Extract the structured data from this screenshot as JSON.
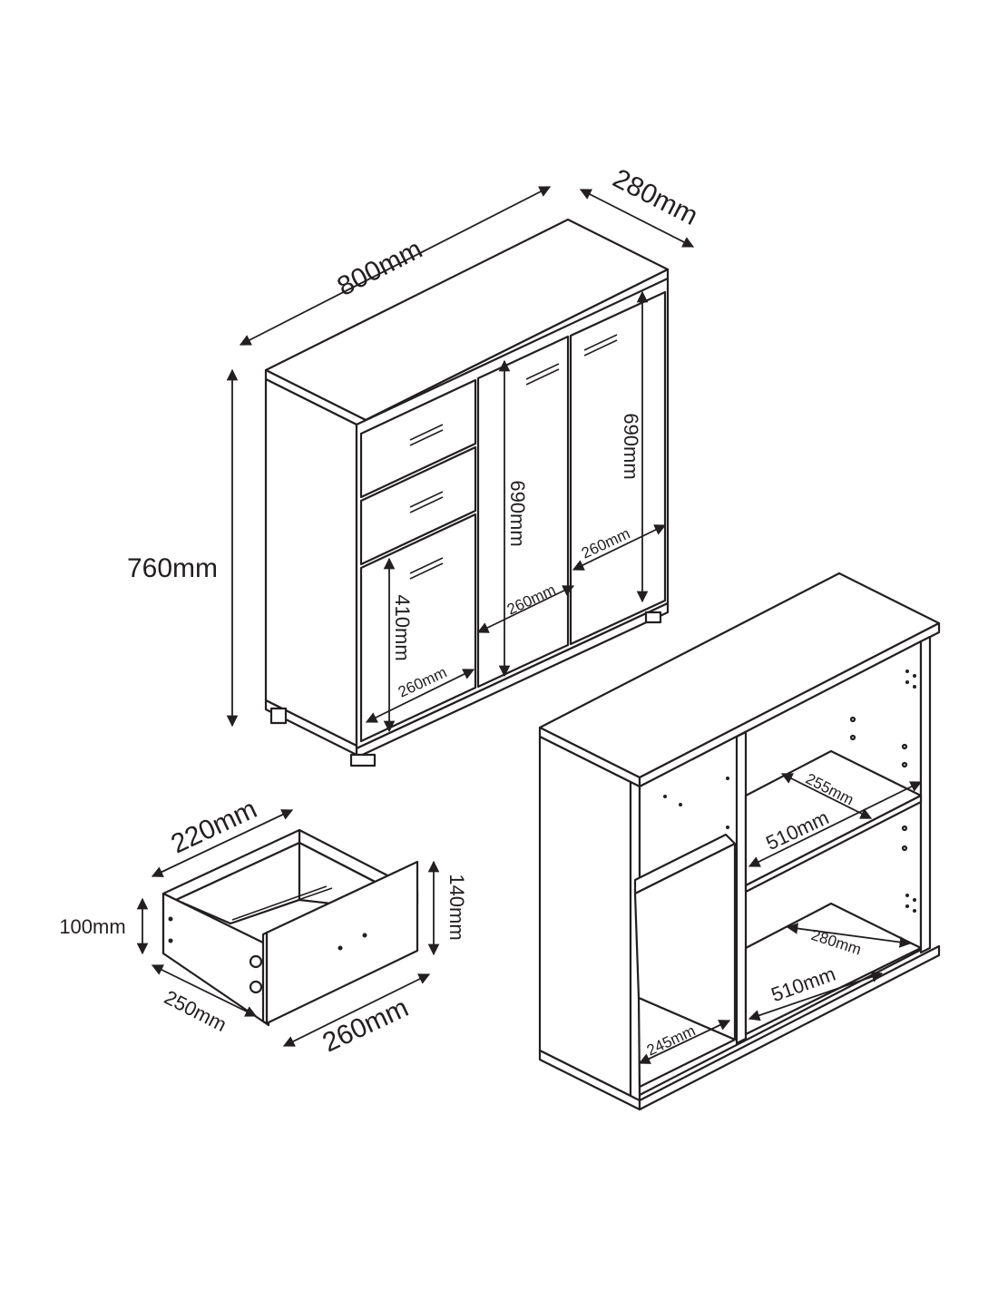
{
  "cabinet": {
    "width": "800mm",
    "depth": "280mm",
    "height": "760mm",
    "door_tall_left": "690mm",
    "door_tall_right": "690mm",
    "door_low": "410mm",
    "inner_width_a": "260mm",
    "inner_width_b": "260mm",
    "inner_width_c": "260mm"
  },
  "drawer": {
    "inner_width": "220mm",
    "inner_height": "100mm",
    "front_height": "140mm",
    "depth": "250mm",
    "front_width": "260mm"
  },
  "interior": {
    "shelf_depth_top": "255mm",
    "shelf_width_top": "510mm",
    "shelf_depth_bottom": "280mm",
    "shelf_width_bottom": "510mm",
    "left_compartment": "245mm"
  }
}
